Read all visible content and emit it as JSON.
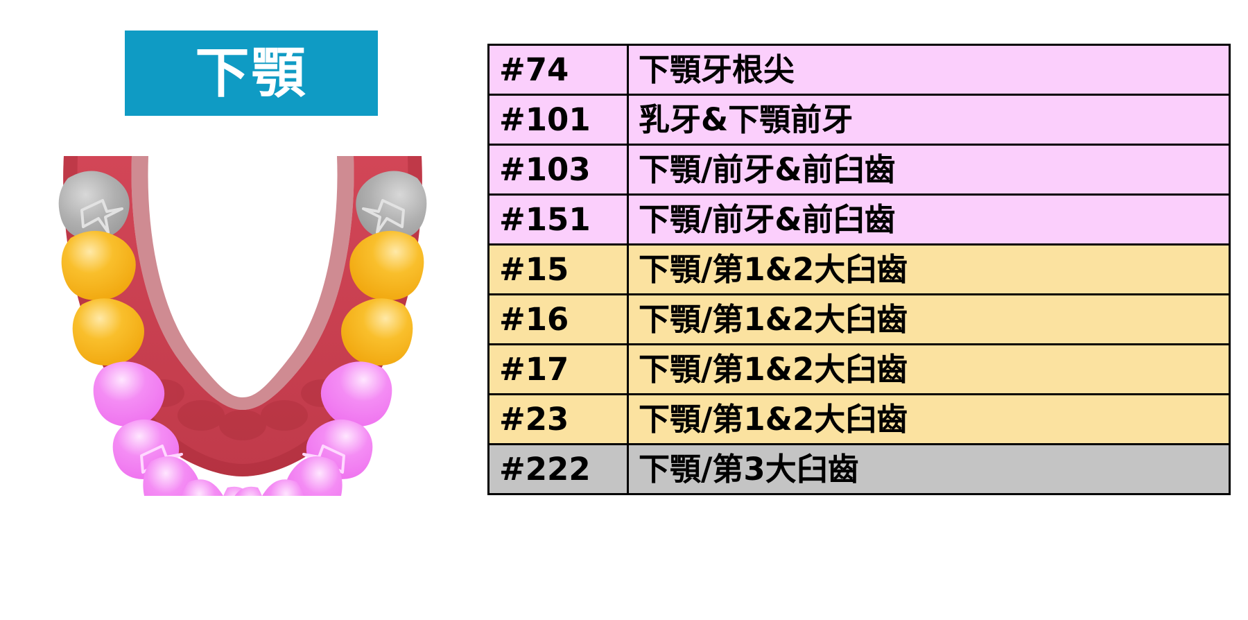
{
  "title": {
    "text": "下顎",
    "background_color": "#0f9bc4",
    "text_color": "#ffffff"
  },
  "illustration": {
    "name": "mandible-dental-arch",
    "gum_color": "#cc3f50",
    "gum_shadow_color": "#a82b38",
    "teeth_groups": [
      {
        "name": "third-molar",
        "color": "#a8a8a8",
        "count": 2
      },
      {
        "name": "first-second-molar",
        "color": "#f5b01e",
        "count": 4
      },
      {
        "name": "premolar-and-anterior",
        "color": "#f07ef0",
        "count": 10
      }
    ]
  },
  "legend_table": {
    "columns": [
      "code",
      "label"
    ],
    "rows": [
      {
        "code": "#74",
        "label": "下顎牙根尖",
        "color_group": "pink"
      },
      {
        "code": "#101",
        "label": "乳牙&下顎前牙",
        "color_group": "pink"
      },
      {
        "code": "#103",
        "label": "下顎/前牙&前臼齒",
        "color_group": "pink"
      },
      {
        "code": "#151",
        "label": "下顎/前牙&前臼齒",
        "color_group": "pink"
      },
      {
        "code": "#15",
        "label": "下顎/第1&2大臼齒",
        "color_group": "yellow"
      },
      {
        "code": "#16",
        "label": "下顎/第1&2大臼齒",
        "color_group": "yellow"
      },
      {
        "code": "#17",
        "label": "下顎/第1&2大臼齒",
        "color_group": "yellow"
      },
      {
        "code": "#23",
        "label": "下顎/第1&2大臼齒",
        "color_group": "yellow"
      },
      {
        "code": "#222",
        "label": "下顎/第3大臼齒",
        "color_group": "gray"
      }
    ],
    "group_colors": {
      "pink": "#fbcffc",
      "yellow": "#fbe2a0",
      "gray": "#c4c4c4"
    }
  }
}
